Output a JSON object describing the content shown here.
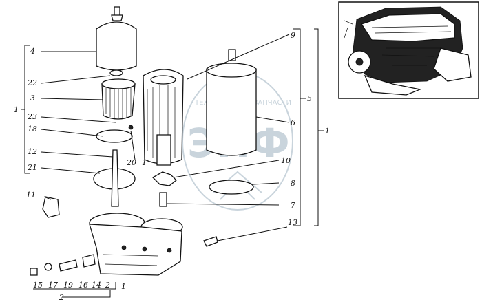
{
  "watermark": {
    "top": "ТЕХНИКА",
    "top_right": "ЗАПЧАСТИ",
    "center": "ЭПФ"
  },
  "callouts": {
    "c4": "4",
    "c22": "22",
    "c3": "3",
    "c23": "23",
    "c18": "18",
    "c12": "12",
    "c21": "21",
    "c1_left": "1",
    "c20": "20",
    "c1_mid": "1",
    "c9": "9",
    "c5": "5",
    "c6": "6",
    "c1_right": "1",
    "c10": "10",
    "c8": "8",
    "c7": "7",
    "c11": "11",
    "c13": "13",
    "c15": "15",
    "c17": "17",
    "c19": "19",
    "c16": "16",
    "c14": "14",
    "c2": "2",
    "c1_bottom": "1",
    "c2_bottom": "2"
  }
}
